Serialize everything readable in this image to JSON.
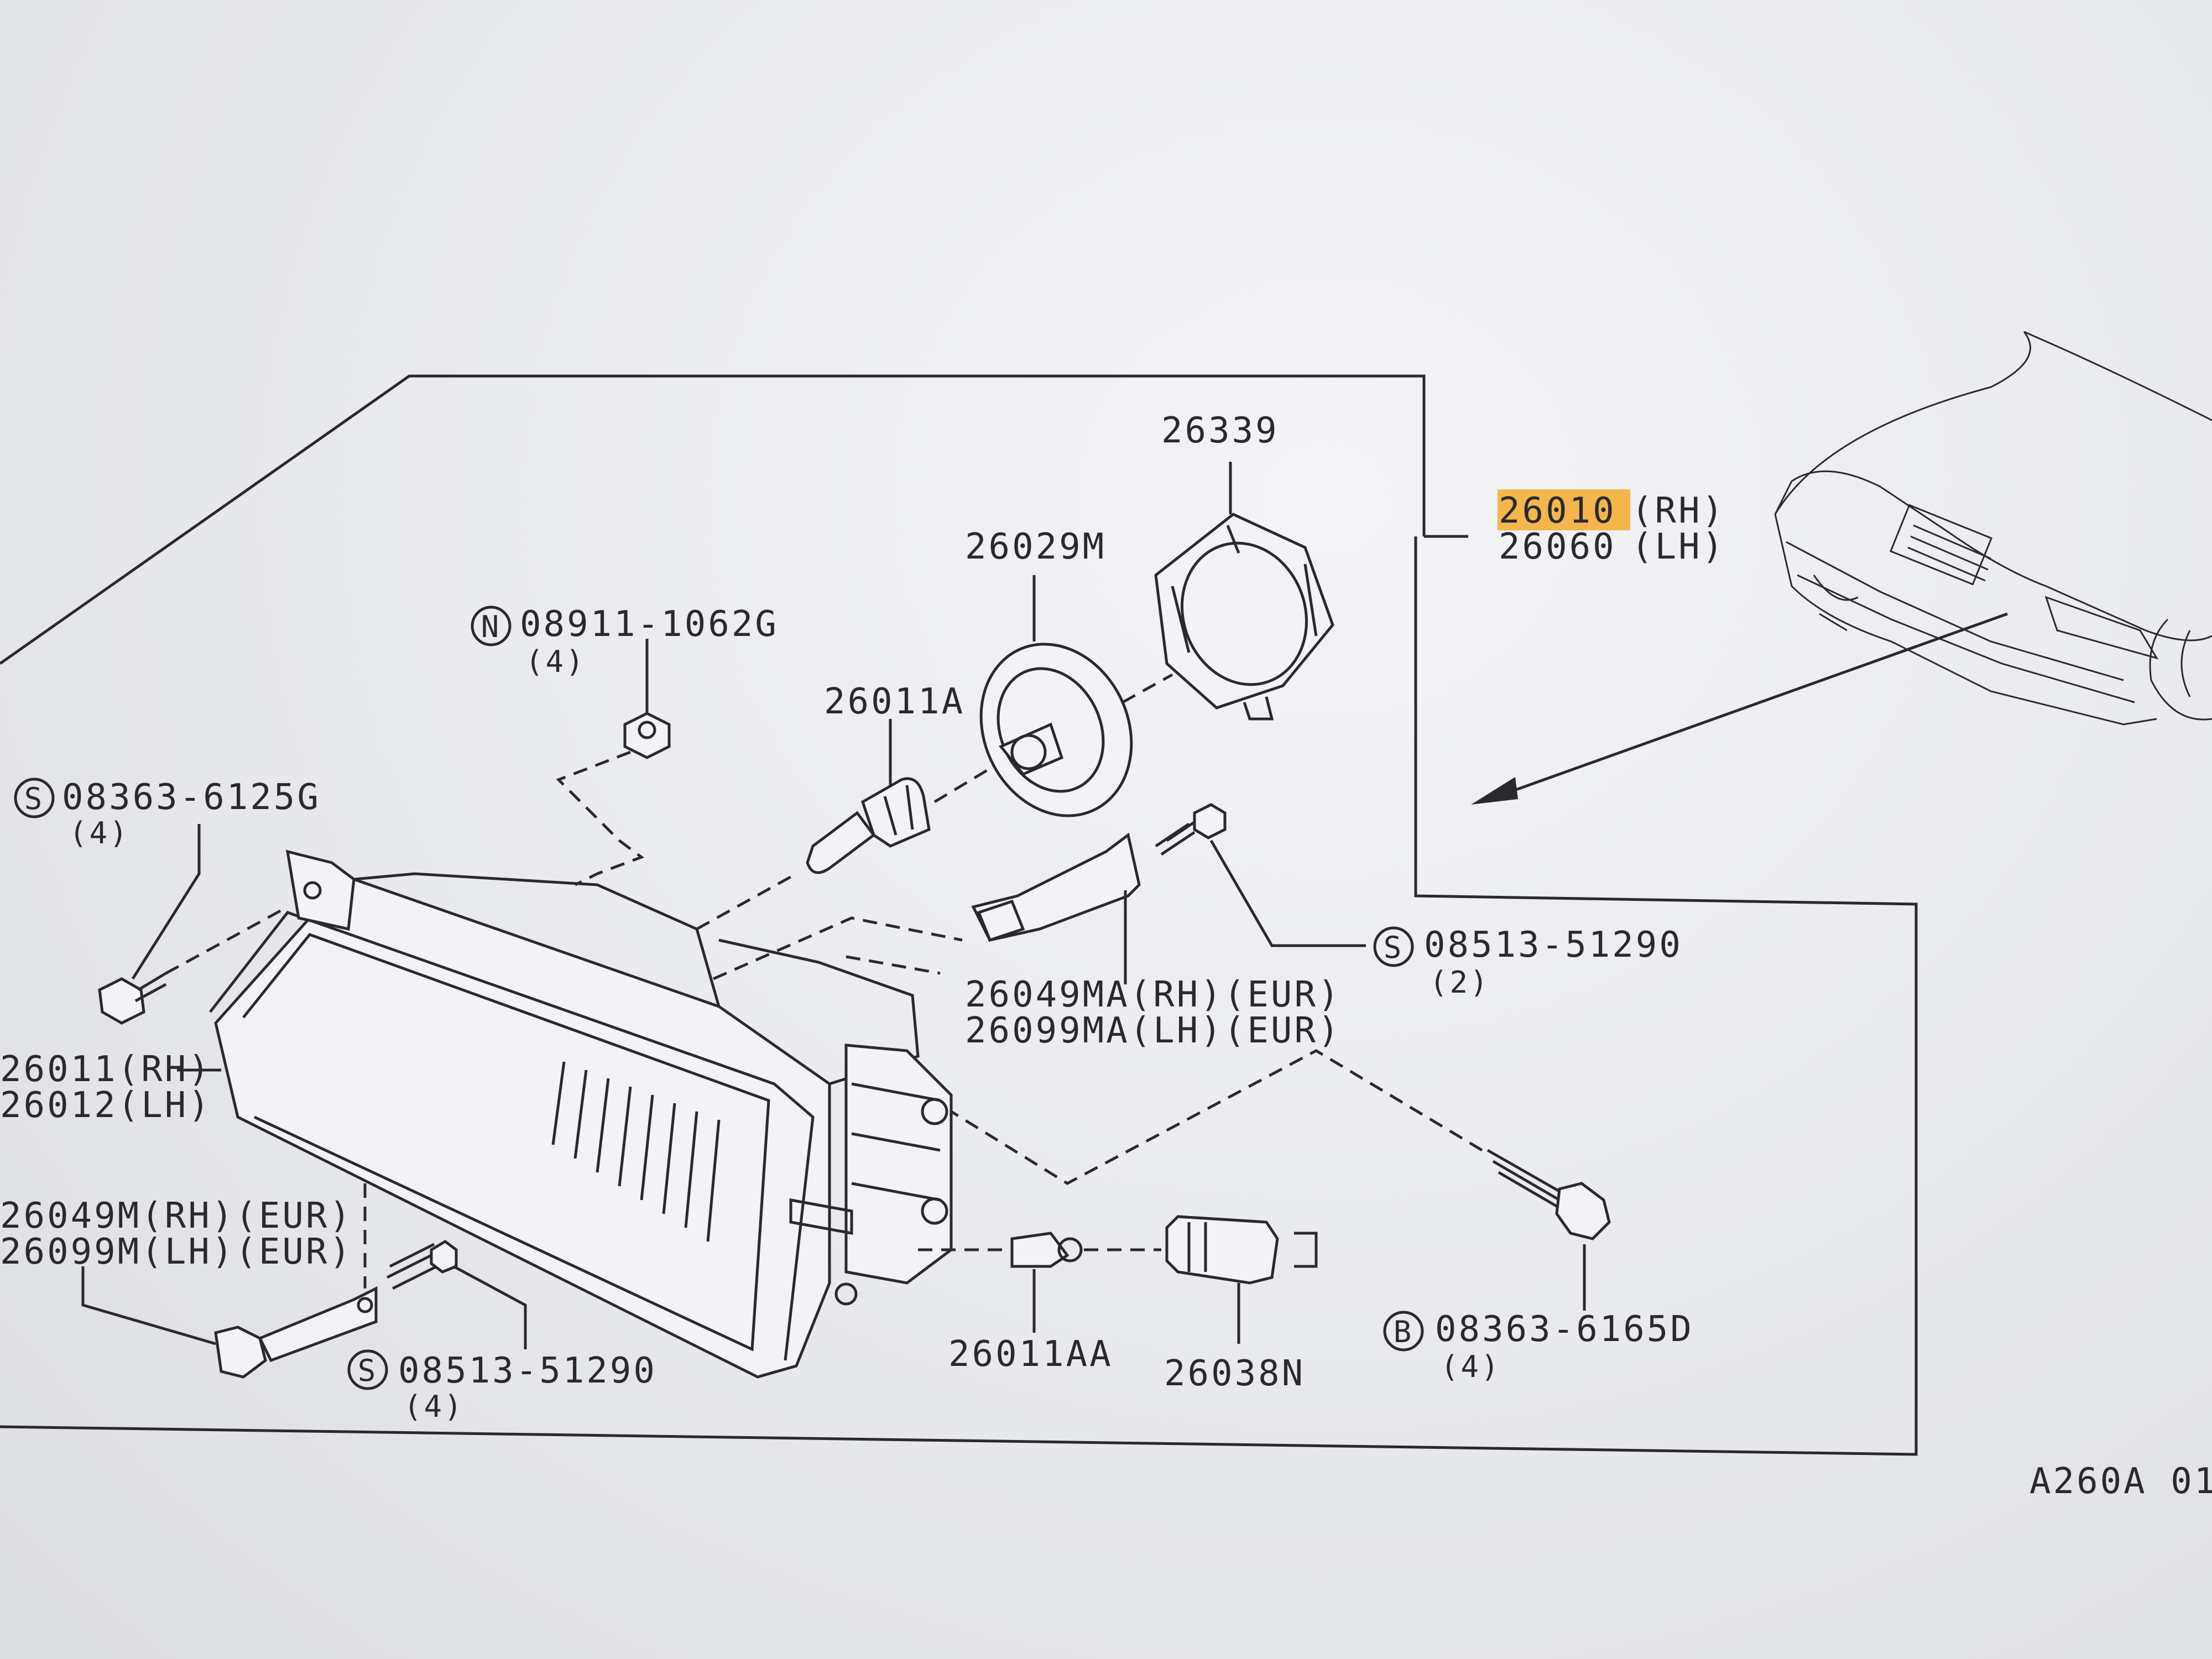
{
  "diagram": {
    "highlight_color": "#f5a623",
    "main_assembly": {
      "part": "26010",
      "side": "(RH)",
      "part2": "26060",
      "side2": "(LH)"
    },
    "lens_housing": {
      "line1": "26011(RH)",
      "line2": "26012(LH)"
    },
    "bracket_left": {
      "line1": "26049M(RH)(EUR)",
      "line2": "26099M(LH)(EUR)"
    },
    "bracket_top": {
      "line1": "26049MA(RH)(EUR)",
      "line2": "26099MA(LH)(EUR)"
    },
    "bulb_socket_ring": "26339",
    "bulb_cover": "26029M",
    "bulb": "26011A",
    "small_bulb": "26011AA",
    "small_socket": "26038N",
    "nut": {
      "symbol": "N",
      "part": "08911-1062G",
      "qty": "(4)"
    },
    "screw_top_left": {
      "symbol": "S",
      "part": "08363-6125G",
      "qty": "(4)"
    },
    "screw_right": {
      "symbol": "S",
      "part": "08513-51290",
      "qty": "(2)"
    },
    "screw_bottom": {
      "symbol": "S",
      "part": "08513-51290",
      "qty": "(4)"
    },
    "bolt": {
      "symbol": "B",
      "part": "08363-6165D",
      "qty": "(4)"
    },
    "figure_code": "A260A 01"
  }
}
